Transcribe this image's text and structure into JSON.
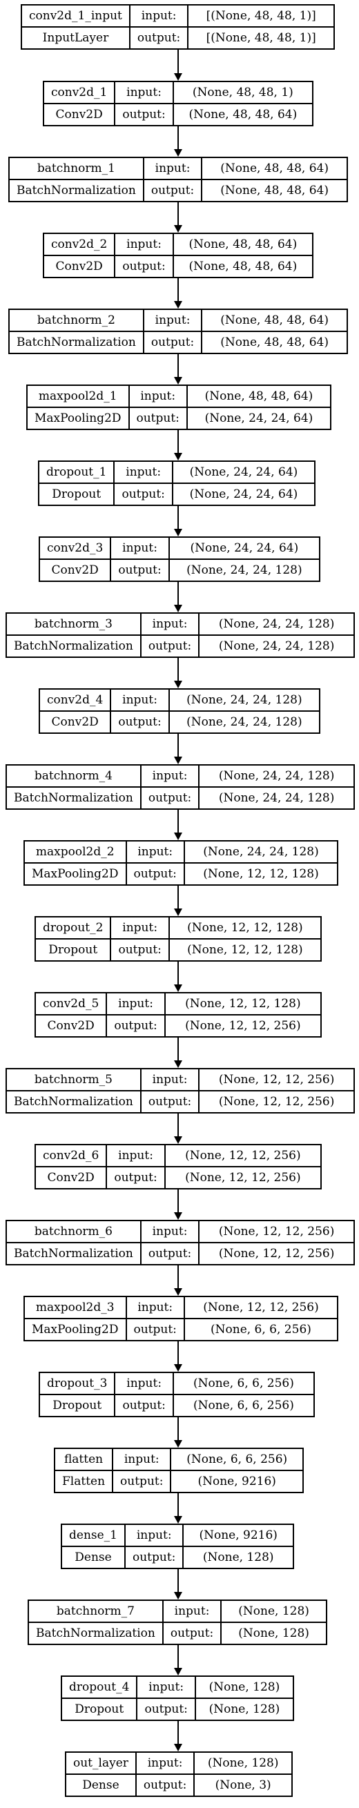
{
  "diagram": {
    "labels": {
      "input": "input:",
      "output": "output:"
    },
    "layers": [
      {
        "name": "conv2d_1_input",
        "type": "InputLayer",
        "input": "[(None, 48, 48, 1)]",
        "output": "[(None, 48, 48, 1)]"
      },
      {
        "name": "conv2d_1",
        "type": "Conv2D",
        "input": "(None, 48, 48, 1)",
        "output": "(None, 48, 48, 64)"
      },
      {
        "name": "batchnorm_1",
        "type": "BatchNormalization",
        "input": "(None, 48, 48, 64)",
        "output": "(None, 48, 48, 64)"
      },
      {
        "name": "conv2d_2",
        "type": "Conv2D",
        "input": "(None, 48, 48, 64)",
        "output": "(None, 48, 48, 64)"
      },
      {
        "name": "batchnorm_2",
        "type": "BatchNormalization",
        "input": "(None, 48, 48, 64)",
        "output": "(None, 48, 48, 64)"
      },
      {
        "name": "maxpool2d_1",
        "type": "MaxPooling2D",
        "input": "(None, 48, 48, 64)",
        "output": "(None, 24, 24, 64)"
      },
      {
        "name": "dropout_1",
        "type": "Dropout",
        "input": "(None, 24, 24, 64)",
        "output": "(None, 24, 24, 64)"
      },
      {
        "name": "conv2d_3",
        "type": "Conv2D",
        "input": "(None, 24, 24, 64)",
        "output": "(None, 24, 24, 128)"
      },
      {
        "name": "batchnorm_3",
        "type": "BatchNormalization",
        "input": "(None, 24, 24, 128)",
        "output": "(None, 24, 24, 128)"
      },
      {
        "name": "conv2d_4",
        "type": "Conv2D",
        "input": "(None, 24, 24, 128)",
        "output": "(None, 24, 24, 128)"
      },
      {
        "name": "batchnorm_4",
        "type": "BatchNormalization",
        "input": "(None, 24, 24, 128)",
        "output": "(None, 24, 24, 128)"
      },
      {
        "name": "maxpool2d_2",
        "type": "MaxPooling2D",
        "input": "(None, 24, 24, 128)",
        "output": "(None, 12, 12, 128)"
      },
      {
        "name": "dropout_2",
        "type": "Dropout",
        "input": "(None, 12, 12, 128)",
        "output": "(None, 12, 12, 128)"
      },
      {
        "name": "conv2d_5",
        "type": "Conv2D",
        "input": "(None, 12, 12, 128)",
        "output": "(None, 12, 12, 256)"
      },
      {
        "name": "batchnorm_5",
        "type": "BatchNormalization",
        "input": "(None, 12, 12, 256)",
        "output": "(None, 12, 12, 256)"
      },
      {
        "name": "conv2d_6",
        "type": "Conv2D",
        "input": "(None, 12, 12, 256)",
        "output": "(None, 12, 12, 256)"
      },
      {
        "name": "batchnorm_6",
        "type": "BatchNormalization",
        "input": "(None, 12, 12, 256)",
        "output": "(None, 12, 12, 256)"
      },
      {
        "name": "maxpool2d_3",
        "type": "MaxPooling2D",
        "input": "(None, 12, 12, 256)",
        "output": "(None, 6, 6, 256)"
      },
      {
        "name": "dropout_3",
        "type": "Dropout",
        "input": "(None, 6, 6, 256)",
        "output": "(None, 6, 6, 256)"
      },
      {
        "name": "flatten",
        "type": "Flatten",
        "input": "(None, 6, 6, 256)",
        "output": "(None, 9216)"
      },
      {
        "name": "dense_1",
        "type": "Dense",
        "input": "(None, 9216)",
        "output": "(None, 128)"
      },
      {
        "name": "batchnorm_7",
        "type": "BatchNormalization",
        "input": "(None, 128)",
        "output": "(None, 128)"
      },
      {
        "name": "dropout_4",
        "type": "Dropout",
        "input": "(None, 128)",
        "output": "(None, 128)"
      },
      {
        "name": "out_layer",
        "type": "Dense",
        "input": "(None, 128)",
        "output": "(None, 3)"
      }
    ]
  }
}
